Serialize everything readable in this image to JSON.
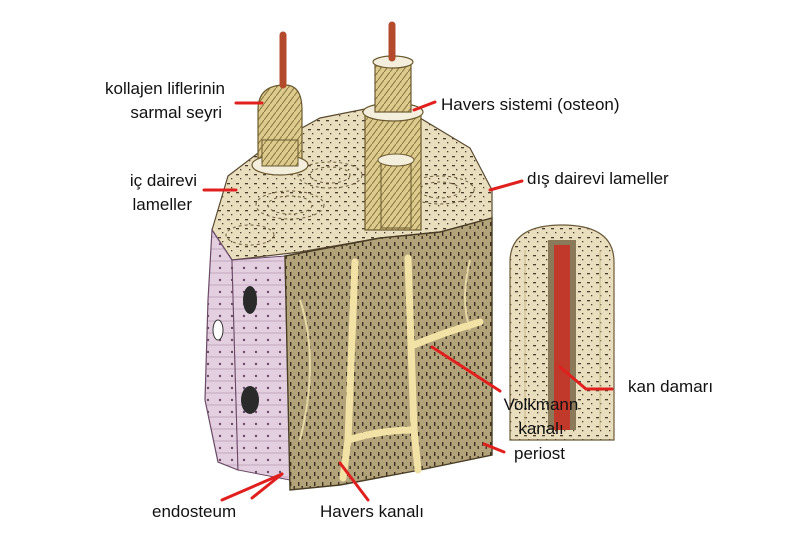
{
  "diagram": {
    "labels": {
      "collagen_line1": "kollajen liflerinin",
      "collagen_line2": "sarmal seyri",
      "haversian_system": "Havers sistemi (osteon)",
      "inner_lamellae_line1": "iç dairevi",
      "inner_lamellae_line2": "lameller",
      "outer_lamellae": "dış dairevi lameller",
      "blood_vessel": "kan damarı",
      "volkmann_line1": "Volkmann",
      "volkmann_line2": "kanalı",
      "periosteum": "periost",
      "endosteum": "endosteum",
      "haversian_canal": "Havers kanalı"
    },
    "colors": {
      "leader_line": "#e0201f",
      "bone_matrix": "#e9dfbf",
      "bone_section": "#b5a57c",
      "osteon_fibers": "#d9c98b",
      "canal": "#f2e2a6",
      "endosteum_tissue": "#e4cfe0",
      "vessel": "#c0392b"
    }
  }
}
